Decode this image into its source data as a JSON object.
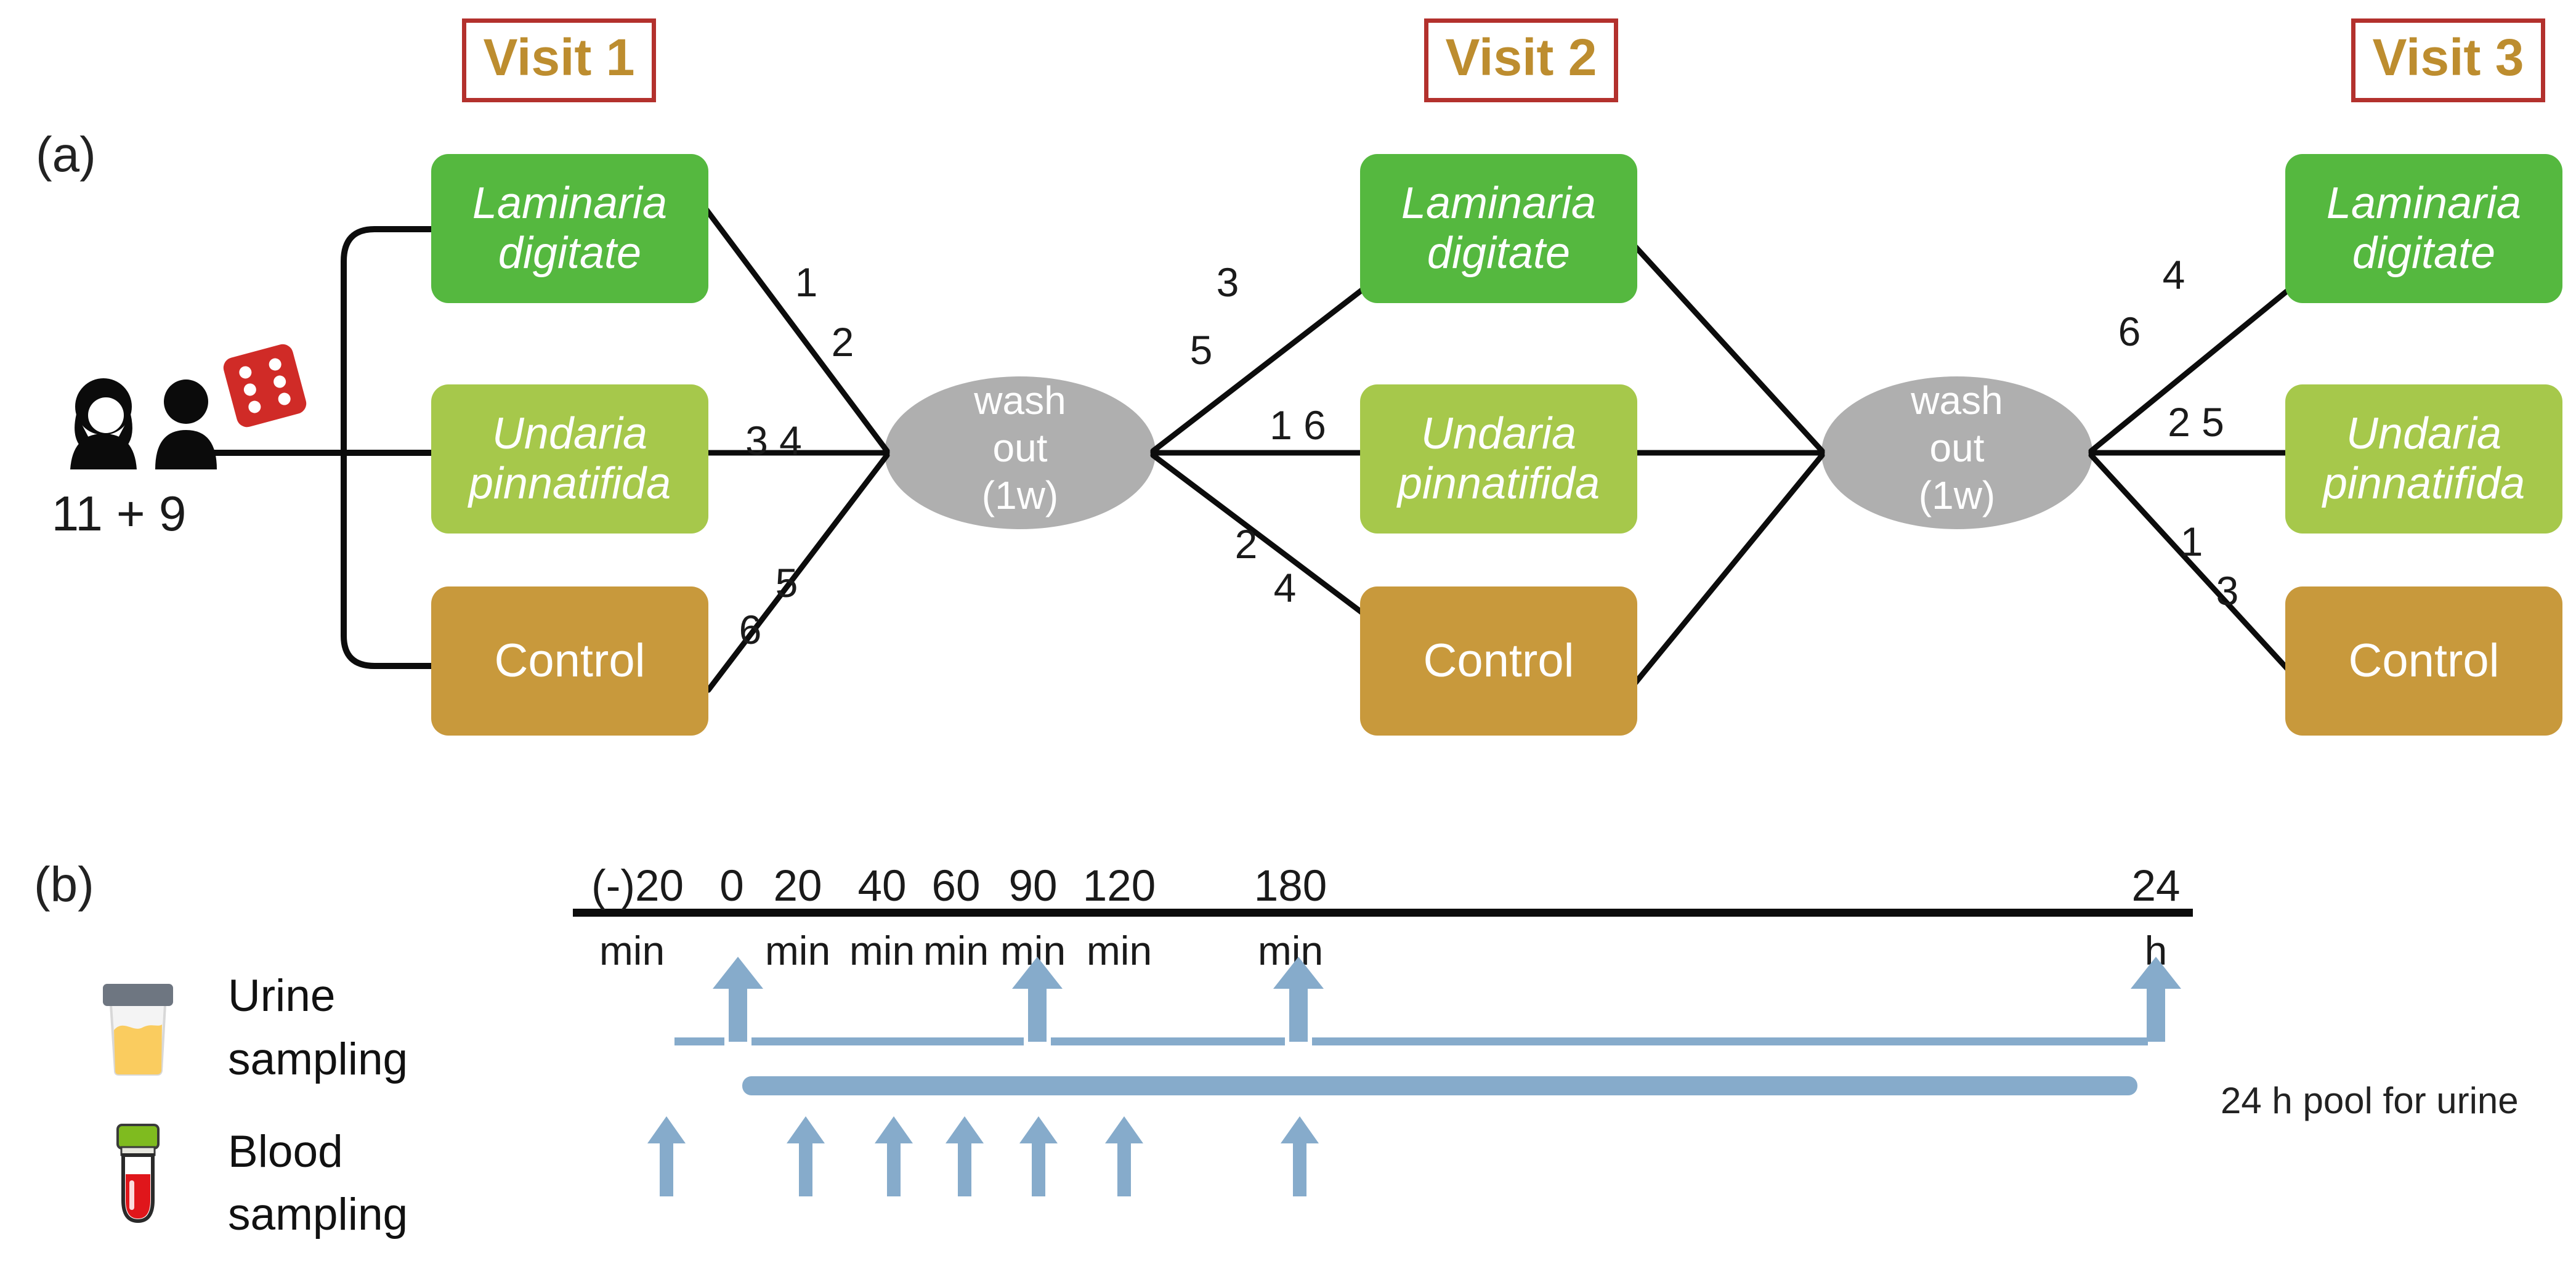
{
  "figure": {
    "panel_a_label": "(a)",
    "panel_b_label": "(b)"
  },
  "panel_a": {
    "group_size": "11 + 9",
    "visits": [
      {
        "title": "Visit 1",
        "edge_labels": [
          "1",
          "2",
          "3 4",
          "5",
          "6"
        ]
      },
      {
        "title": "Visit 2",
        "edge_labels": [
          "3",
          "5",
          "1 6",
          "2",
          "4"
        ]
      },
      {
        "title": "Visit 3",
        "edge_labels": [
          "4",
          "6",
          "2 5",
          "1",
          "3"
        ]
      }
    ],
    "treatments": [
      {
        "line1": "Laminaria",
        "line2": "digitate"
      },
      {
        "line1": "Undaria",
        "line2": "pinnatifida"
      },
      {
        "name": "Control"
      }
    ],
    "washout": {
      "line1": "wash",
      "line2": "out",
      "line3": "(1w)"
    },
    "icons": [
      "female-person-icon",
      "male-person-icon",
      "dice-icon"
    ]
  },
  "panel_b": {
    "timeline": {
      "ticks": [
        "(-)20",
        "0",
        "20",
        "40",
        "60",
        "90",
        "120",
        "180",
        "24"
      ],
      "units": [
        "min",
        "min",
        "min",
        "min",
        "min",
        "min",
        "min",
        "h"
      ]
    },
    "urine": {
      "label_line1": "Urine",
      "label_line2": "sampling",
      "sampling_times": [
        "0 min",
        "90 min",
        "180 min",
        "24 h"
      ]
    },
    "blood": {
      "label_line1": "Blood",
      "label_line2": "sampling",
      "sampling_times": [
        "(-)20 min",
        "20 min",
        "40 min",
        "60 min",
        "90 min",
        "120 min",
        "180 min"
      ]
    },
    "pool_label": "24 h pool for urine",
    "icons": [
      "urine-cup-icon",
      "blood-tube-icon"
    ]
  },
  "colors": {
    "laminaria_green": "#55b83f",
    "undaria_yellow_green": "#a6c84b",
    "control_gold": "#c8993c",
    "visit_text_gold": "#bd8d2f",
    "visit_border_red": "#b3312d",
    "washout_gray": "#afafaf",
    "sampling_blue": "#86abcb",
    "dice_red": "#d02b27",
    "urine_yellow": "#facc5f",
    "blood_red": "#e0161b",
    "cap_green": "#7fbb1f",
    "line_black": "#0c0c0c"
  }
}
